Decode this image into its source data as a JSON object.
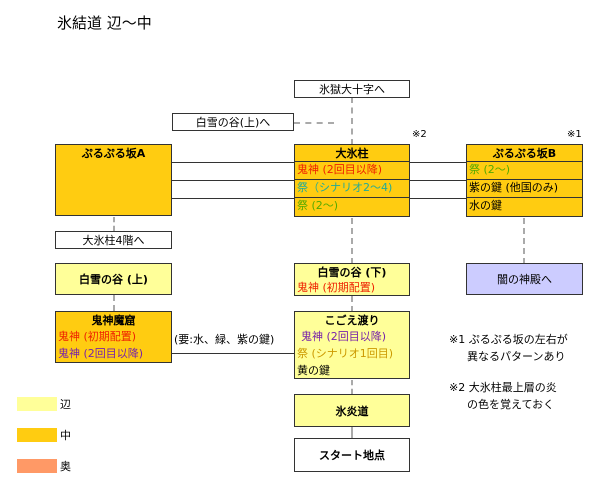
{
  "title": "氷結道 辺〜中",
  "top_exit": "氷獄大十字へ",
  "upper_valley_link": "白雪の谷(上)へ",
  "note_marker_2": "※2",
  "note_marker_1": "※1",
  "left_slope": {
    "title": "ぷるぷる坂A"
  },
  "pillar": {
    "title": "大氷柱",
    "rows": [
      "鬼神 (2回目以降)",
      "祭（シナリオ2〜4)",
      "祭 (2〜)"
    ]
  },
  "right_slope": {
    "title": "ぷるぷる坂B",
    "rows": [
      "祭 (2〜)",
      "紫の鍵 (他国のみ)",
      "水の鍵"
    ]
  },
  "floor4_link": "大氷柱4階へ",
  "upper_valley": {
    "title": "白雪の谷 (上)"
  },
  "lower_valley": {
    "title": "白雪の谷 (下)",
    "rows": [
      "鬼神 (初期配置)"
    ]
  },
  "dark_shrine": "闇の神殿へ",
  "demon_cave": {
    "title": "鬼神魔窟",
    "rows": [
      "鬼神 (初期配置)",
      "鬼神 (2回目以降)"
    ]
  },
  "key_requirement": "(要:水、緑、紫の鍵)",
  "kogoe": {
    "title": "こごえ渡り",
    "rows": [
      "鬼神 (2回目以降)",
      "祭 (シナリオ1回目)",
      "黄の鍵"
    ]
  },
  "flame_road": "氷炎道",
  "start": "スタート地点",
  "notes": {
    "n1": [
      "※1 ぷるぷる坂の左右が",
      "異なるパターンあり"
    ],
    "n2": [
      "※2 大氷柱最上層の炎",
      "の色を覚えておく"
    ]
  },
  "legend": [
    {
      "label": "辺",
      "color": "#ffff99"
    },
    {
      "label": "中",
      "color": "#ffcc11"
    },
    {
      "label": "奥",
      "color": "#ff9966"
    }
  ]
}
